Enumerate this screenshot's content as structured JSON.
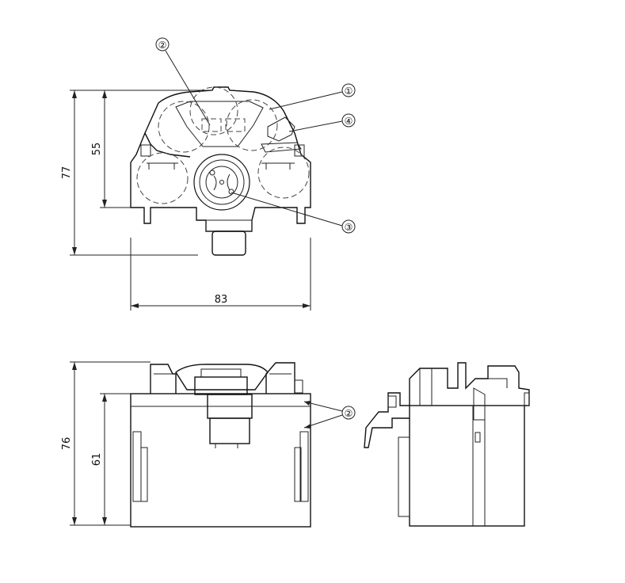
{
  "dimensions": {
    "width_top": "83",
    "height_top_outer": "77",
    "height_top_inner": "55",
    "height_front_outer": "76",
    "height_front_inner": "61"
  },
  "callouts": {
    "c1": "①",
    "c2_top": "②",
    "c3": "③",
    "c4": "④",
    "c2_front": "②"
  },
  "colors": {
    "line": "#222222",
    "background": "#ffffff"
  }
}
